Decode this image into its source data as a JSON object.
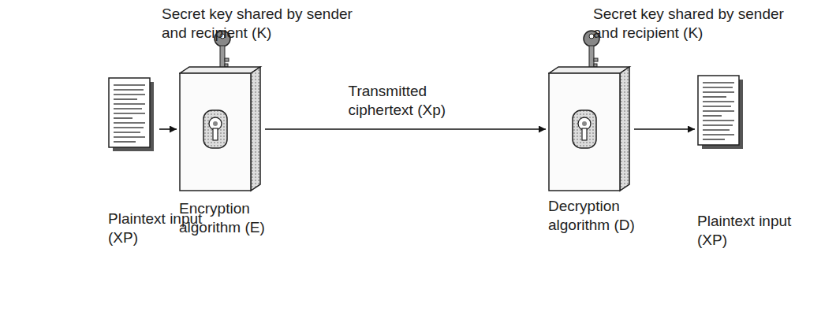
{
  "diagram": {
    "nodes": [
      {
        "text": [
          "Plaintext input (XP)"
        ]
      },
      {
        "text": [
          "Encryption algorithm (E)"
        ]
      },
      {
        "text": [
          "Decryption algorithm (D)"
        ]
      },
      {
        "text": [
          "Plaintext input (XP)"
        ]
      }
    ],
    "edges": [
      {
        "from": 0,
        "to": 1,
        "arrow": "to"
      },
      {
        "from": 1,
        "to": 2,
        "label": "Transmitted ciphertext (Xp)",
        "arrow": "to"
      },
      {
        "from": 2,
        "to": 3,
        "arrow": "to"
      }
    ],
    "labels": [
      "Secret key shared by sender and recipient (K)",
      "Secret key shared by sender and recipient (K)"
    ]
  }
}
